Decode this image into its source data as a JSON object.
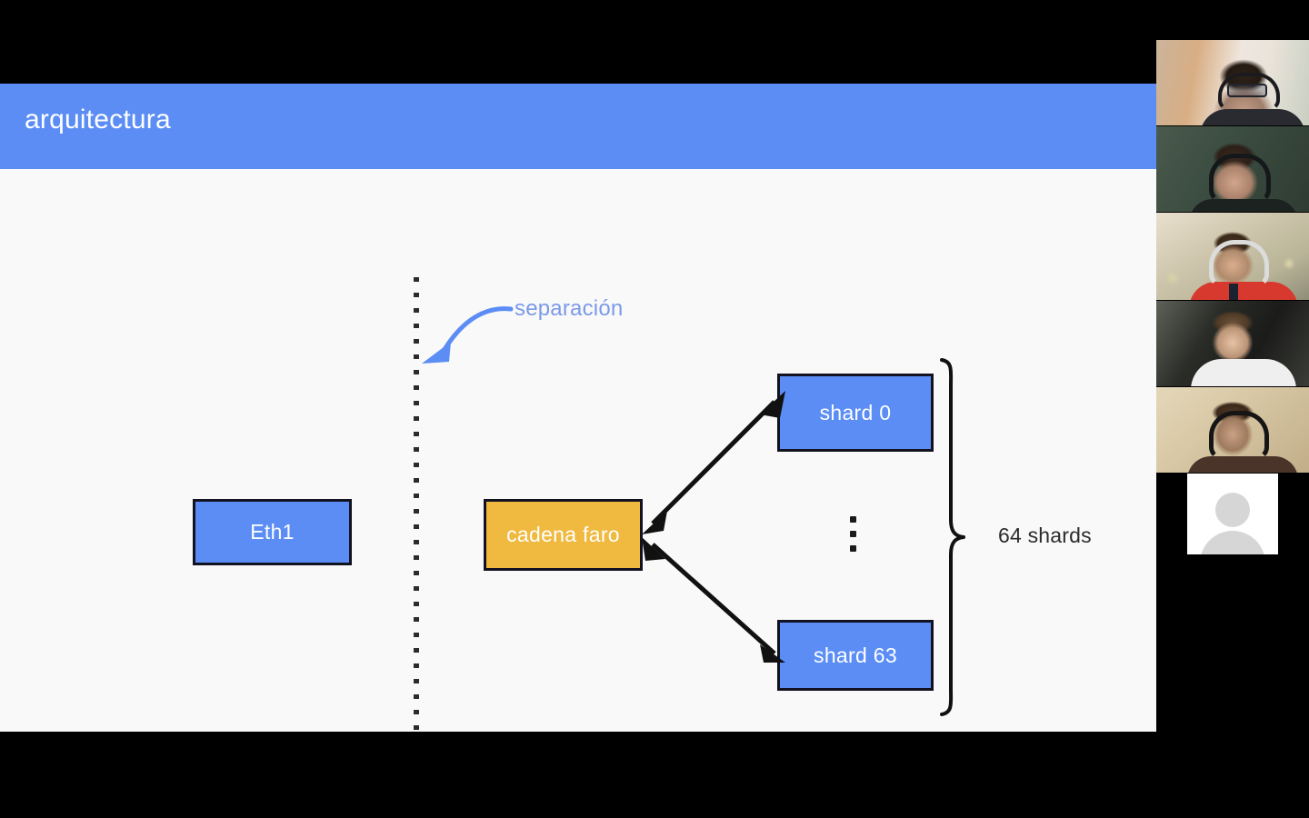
{
  "slide": {
    "title": "arquitectura",
    "background_color": "#f9f9f9",
    "header_color": "#5b8df5",
    "annotations": {
      "separation_label": "separación",
      "separation_label_color": "#7b9ae8",
      "shards_count_label": "64 shards",
      "shards_count_color": "#2b2b2b"
    },
    "nodes": [
      {
        "id": "eth1",
        "label": "Eth1",
        "fill": "#5b8df5",
        "border": "#121220",
        "text_color": "#ffffff"
      },
      {
        "id": "cadena",
        "label": "cadena faro",
        "fill": "#f0b93f",
        "border": "#121220",
        "text_color": "#ffffff"
      },
      {
        "id": "shard0",
        "label": "shard 0",
        "fill": "#5b8df5",
        "border": "#121220",
        "text_color": "#ffffff"
      },
      {
        "id": "shard63",
        "label": "shard 63",
        "fill": "#5b8df5",
        "border": "#121220",
        "text_color": "#ffffff"
      }
    ]
  },
  "video_rail": {
    "tiles": [
      {
        "id": "participant-1",
        "type": "camera"
      },
      {
        "id": "participant-2",
        "type": "camera"
      },
      {
        "id": "participant-3",
        "type": "camera"
      },
      {
        "id": "participant-4",
        "type": "camera"
      },
      {
        "id": "participant-5",
        "type": "camera"
      },
      {
        "id": "participant-6",
        "type": "avatar-placeholder"
      }
    ]
  }
}
